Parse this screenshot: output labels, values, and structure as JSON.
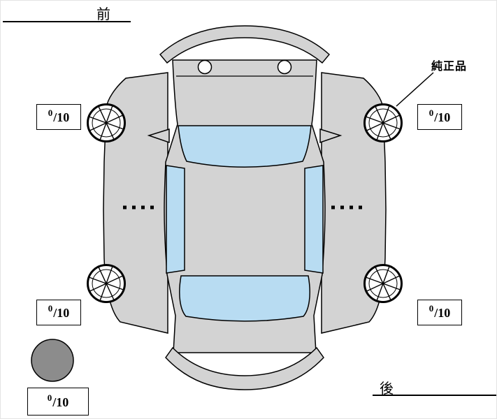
{
  "labels": {
    "front": "前",
    "rear": "後",
    "genuine_part": "純正品"
  },
  "tread_boxes": {
    "front_left": {
      "value": "0",
      "of": "/10"
    },
    "front_right": {
      "value": "0",
      "of": "/10"
    },
    "rear_left": {
      "value": "0",
      "of": "/10"
    },
    "rear_right": {
      "value": "0",
      "of": "/10"
    },
    "spare": {
      "value": "0",
      "of": "/10"
    }
  },
  "colors": {
    "body": "#d3d3d3",
    "glass": "#b8dcf2",
    "spare_tire": "#8c8c8c",
    "wheel_fill": "#ffffff"
  }
}
